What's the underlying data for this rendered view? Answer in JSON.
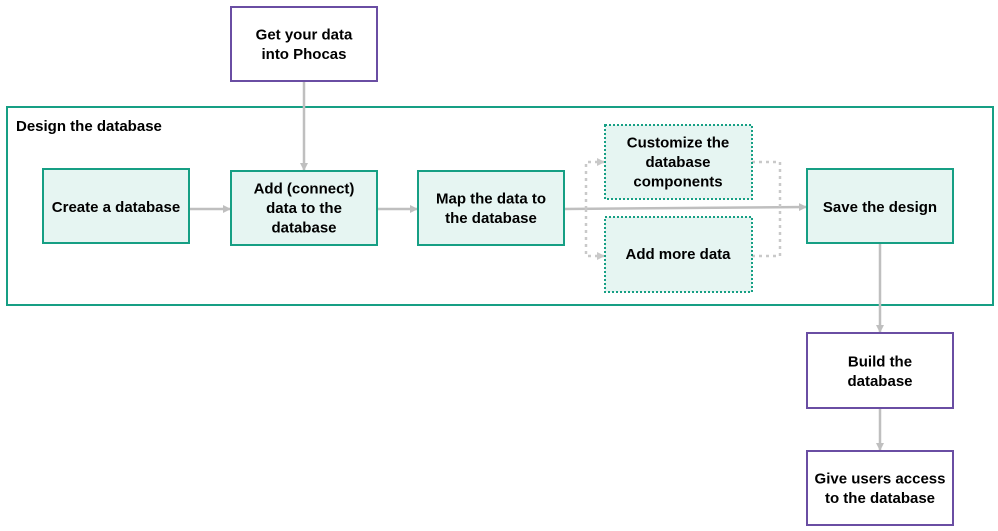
{
  "colors": {
    "green_border": "#169f84",
    "green_fill": "#e6f5f2",
    "purple_border": "#6a4ea3",
    "arrow": "#bfbfbf",
    "dotted": "#c9c9c9",
    "text": "#000000"
  },
  "group": {
    "label": "Design the database"
  },
  "nodes": {
    "get_data": {
      "lines": [
        "Get your data",
        "into Phocas"
      ]
    },
    "create_db": {
      "lines": [
        "Create a database"
      ]
    },
    "add_connect": {
      "lines": [
        "Add (connect)",
        "data to the",
        "database"
      ]
    },
    "map_data": {
      "lines": [
        "Map the data to",
        "the database"
      ]
    },
    "customize": {
      "lines": [
        "Customize the",
        "database",
        "components"
      ]
    },
    "add_more": {
      "lines": [
        "Add more data"
      ]
    },
    "save_design": {
      "lines": [
        "Save the design"
      ]
    },
    "build_db": {
      "lines": [
        "Build the",
        "database"
      ]
    },
    "give_access": {
      "lines": [
        "Give users access",
        "to the database"
      ]
    }
  }
}
